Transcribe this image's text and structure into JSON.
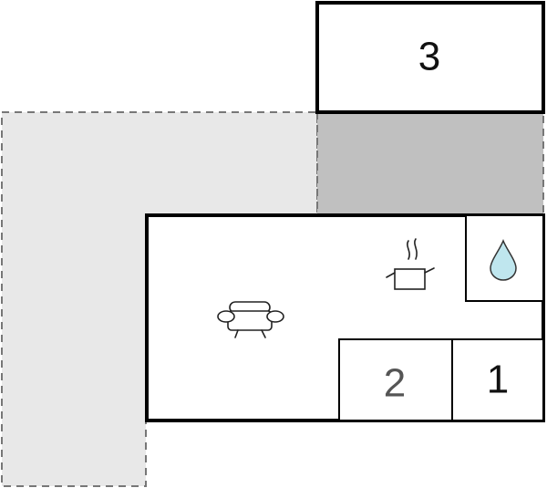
{
  "floorplan": {
    "rooms": [
      {
        "id": "bedroom-3",
        "label": "3"
      },
      {
        "id": "bedroom-2",
        "label": "2"
      },
      {
        "id": "bedroom-1",
        "label": "1"
      }
    ],
    "icons": {
      "living_room": "sofa-icon",
      "kitchen": "cooking-pot-icon",
      "bathroom": "water-drop-icon"
    },
    "colors": {
      "terrace": "#e8e8e8",
      "covered_area": "#c0c0c0",
      "walls": "#000000",
      "water_drop": "#bfe6ee",
      "background": "#ffffff"
    }
  }
}
